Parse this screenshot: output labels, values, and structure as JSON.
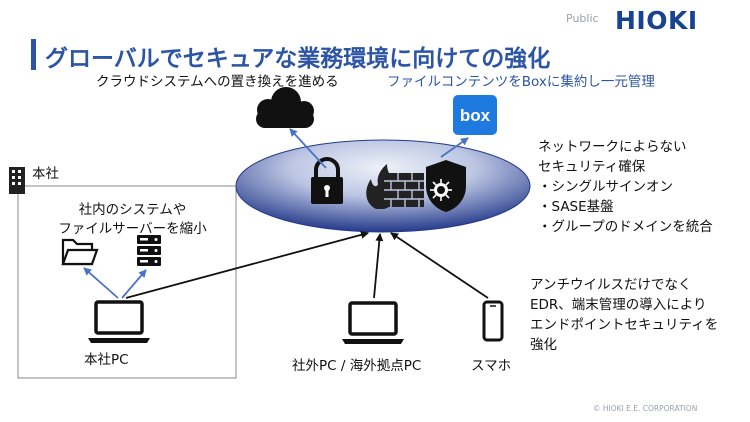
{
  "header": {
    "classification": "Public",
    "logo_text": "HIOKI",
    "title": "グローバルでセキュアな業務環境に向けての強化"
  },
  "cloud": {
    "label": "クラウドシステムへの置き換えを進める"
  },
  "box": {
    "label": "ファイルコンテンツをBoxに集約し一元管理",
    "logo_text": "box"
  },
  "security_hub": {
    "icons": [
      "lock-icon",
      "firewall-icon",
      "malware-shield-icon"
    ],
    "description_lines": [
      "ネットワークによらない",
      "セキュリティ確保",
      "・シングルサインオン",
      "・SASE基盤",
      "・グループのドメインを統合"
    ]
  },
  "headquarters": {
    "label": "本社",
    "description_lines": [
      "社内のシステムや",
      "ファイルサーバーを縮小"
    ],
    "pc_label": "本社PC"
  },
  "endpoints": {
    "external_pc_label": "社外PC / 海外拠点PC",
    "smartphone_label": "スマホ",
    "description_lines": [
      "アンチウイルスだけでなく",
      "EDR、端末管理の導入により",
      "エンドポイントセキュリティを",
      "強化"
    ]
  },
  "footer": {
    "copyright": "© HIOKI E.E. CORPORATION"
  },
  "colors": {
    "brand_blue": "#2d55a5",
    "logo_blue": "#17438f",
    "arrow_blue": "#4a72c8",
    "hub_light": "#e8ecf6",
    "hub_dark": "#253a8a"
  }
}
